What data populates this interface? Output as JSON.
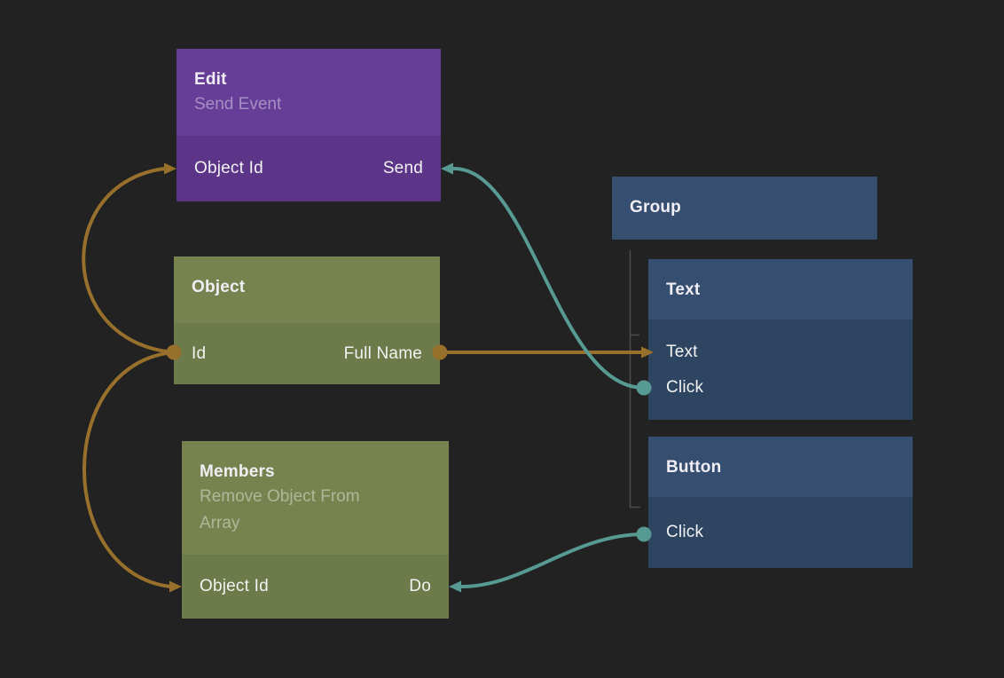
{
  "colors": {
    "canvas_bg": "#222222",
    "wire_orange": "#97702c",
    "wire_teal": "#579a93",
    "tree_line": "#4b4b4b",
    "purple_header": "#663d97",
    "purple_body": "#5c3589",
    "green_header": "#76834f",
    "green_body": "#6d7a49",
    "blue_header": "#364e70",
    "blue_body": "#2e4562",
    "title_color": "#f0eef4",
    "subtitle_color": "rgba(255,255,255,0.42)",
    "port_label_color": "#f2f2f2"
  },
  "nodes": {
    "edit": {
      "title": "Edit",
      "subtitle": "Send Event",
      "ports": {
        "input": "Object Id",
        "output": "Send"
      }
    },
    "object": {
      "title": "Object",
      "ports": {
        "output_left": "Id",
        "output_right": "Full Name"
      }
    },
    "members": {
      "title": "Members",
      "subtitle": "Remove Object From Array",
      "ports": {
        "input": "Object Id",
        "output": "Do"
      }
    },
    "group": {
      "title": "Group"
    },
    "text": {
      "title": "Text",
      "ports": {
        "row1": "Text",
        "row2": "Click"
      }
    },
    "button": {
      "title": "Button",
      "ports": {
        "row1": "Click"
      }
    }
  },
  "hierarchy": {
    "parent": "Group",
    "children": [
      "Text",
      "Button"
    ]
  },
  "connections": [
    {
      "from": "Object.Id",
      "to": "Edit.Object Id",
      "color": "orange"
    },
    {
      "from": "Object.Id",
      "to": "Members.Object Id",
      "color": "orange"
    },
    {
      "from": "Object.Full Name",
      "to": "Text.Text",
      "color": "orange"
    },
    {
      "from": "Text.Click",
      "to": "Edit.Send",
      "color": "teal"
    },
    {
      "from": "Button.Click",
      "to": "Members.Do",
      "color": "teal"
    }
  ]
}
